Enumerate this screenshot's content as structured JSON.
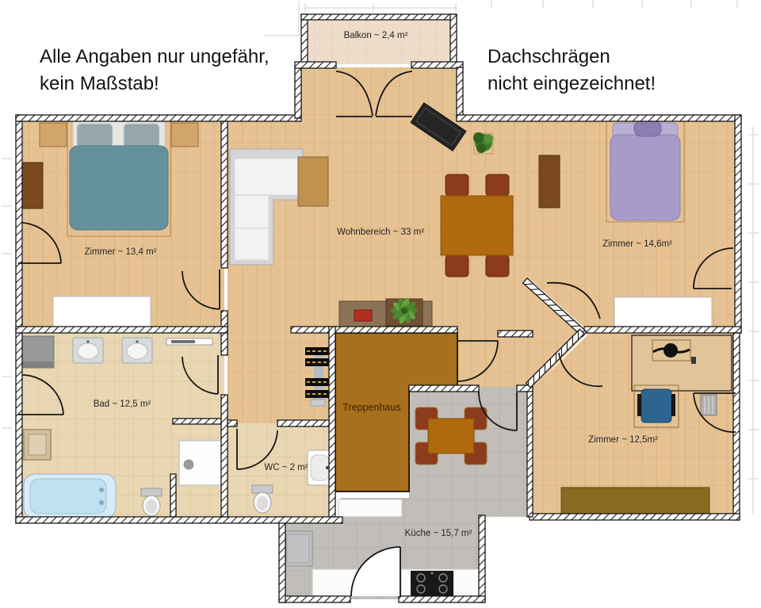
{
  "annotations": {
    "top_left": [
      "Alle Angaben nur ungefähr,",
      "kein Maßstab!"
    ],
    "top_right": [
      "Dachschrägen",
      "nicht eingezeichnet!"
    ]
  },
  "rooms": {
    "balcony": {
      "label": "Balkon ~ 2,4 m²"
    },
    "bedroom_left": {
      "label": "Zimmer ~ 13,4 m²"
    },
    "living": {
      "label": "Wohnbereich ~ 33 m²"
    },
    "bedroom_right": {
      "label": "Zimmer ~ 14,6m²"
    },
    "bath": {
      "label": "Bad ~ 12,5 m²"
    },
    "wc": {
      "label": "WC ~ 2 m²"
    },
    "stairwell": {
      "label": "Treppenhaus"
    },
    "office": {
      "label": "Zimmer ~ 12,5m²"
    },
    "kitchen": {
      "label": "Küche ~ 15,7 m²"
    }
  },
  "colors": {
    "wood_floor": "#e6c293",
    "bath_tile": "#e9d7b3",
    "kitchen_tile": "#c1beb9",
    "balcony_tile": "#eedcca",
    "stairwell_fill": "#a86f1d",
    "bed_teal": "#64919a",
    "bed_purple": "#a79bc7",
    "dining_table": "#b0690e",
    "dining_chair": "#8d3b1d",
    "bathtub": "#bfe2f2",
    "office_chair": "#2d6590",
    "sofa": "#d4d5d7",
    "sideboard": "#8d7356",
    "bench": "#8a6a22"
  }
}
